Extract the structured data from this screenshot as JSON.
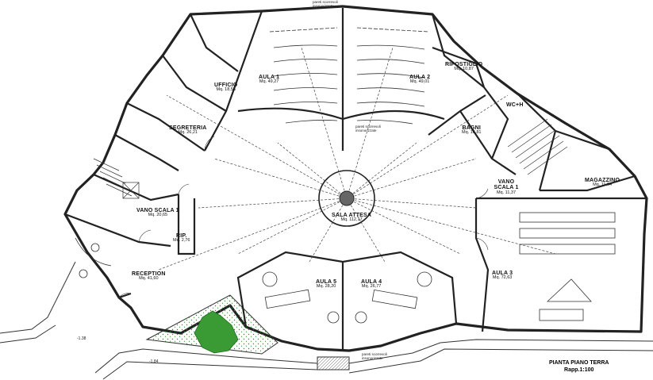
{
  "drawing": {
    "title": "PIANTA PIANO TERRA",
    "scale": "Rapp.1:100"
  },
  "rooms": [
    {
      "key": "aula1",
      "name": "AULA 1",
      "area": "Mq. 49,27"
    },
    {
      "key": "aula2",
      "name": "AULA 2",
      "area": "Mq. 49,01"
    },
    {
      "key": "ripostiglio",
      "name": "RIPOSTIGLIO",
      "area": "Mq. 10,87"
    },
    {
      "key": "ufficio",
      "name": "UFFICIO",
      "area": "Mq. 18,55"
    },
    {
      "key": "segreteria",
      "name": "SEGRETERIA",
      "area": "Mq. 26,21"
    },
    {
      "key": "wch",
      "name": "WC+H",
      "area": ""
    },
    {
      "key": "bagni",
      "name": "BAGNI",
      "area": "Mq. 16,81"
    },
    {
      "key": "vano_scala_1_right",
      "name": "VANO SCALA 1",
      "area": "Mq. 11,37"
    },
    {
      "key": "magazzino",
      "name": "MAGAZZINO",
      "area": "Mq. 11,04"
    },
    {
      "key": "vano_scala_1_left",
      "name": "VANO SCALA 1",
      "area": "Mq. 20,65"
    },
    {
      "key": "sala_attesa",
      "name": "SALA ATTESA",
      "area": "Mq. 112,17"
    },
    {
      "key": "rip",
      "name": "RIP.",
      "area": "Mq. 2,76"
    },
    {
      "key": "reception",
      "name": "RECEPTION",
      "area": "Mq. 41,60"
    },
    {
      "key": "aula5",
      "name": "AULA 5",
      "area": "Mq. 28,20"
    },
    {
      "key": "aula4",
      "name": "AULA 4",
      "area": "Mq. 26,77"
    },
    {
      "key": "aula3",
      "name": "AULA 3",
      "area": "Mq. 72,63"
    }
  ],
  "notes": {
    "partition_top": "pareti scorrevoli insonorizzate",
    "partition_center": "pareti scorrevoli insonorizzate",
    "partition_bottom": "pareti scorrevoli insonorizzate"
  },
  "elevations": {
    "left": "-1.38",
    "bottom": "-1.84"
  },
  "colors": {
    "line": "#1a1a1a",
    "wall": "#222222",
    "garden_dots": "#2e8b2e",
    "tree": "#3a9a34"
  }
}
